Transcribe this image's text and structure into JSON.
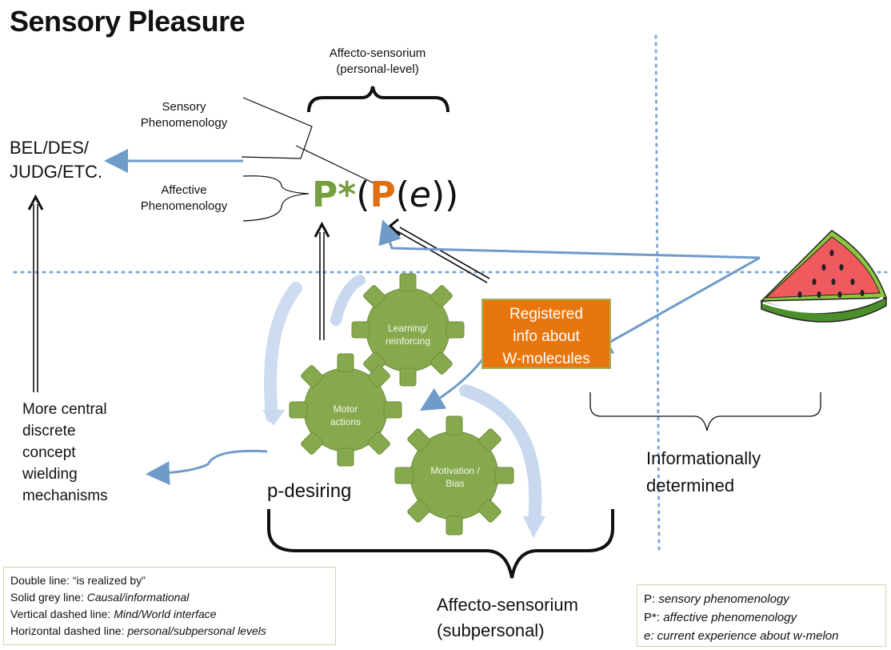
{
  "title": "Sensory Pleasure",
  "labels": {
    "affecto_personal_1": "Affecto-sensorium",
    "affecto_personal_2": "(personal-level)",
    "sensory_phen_1": "Sensory",
    "sensory_phen_2": "Phenomenology",
    "affective_phen_1": "Affective",
    "affective_phen_2": "Phenomenology",
    "bel_1": "BEL/DES/",
    "bel_2": "JUDG/ETC.",
    "central_1": "More central",
    "central_2": "discrete",
    "central_3": "concept",
    "central_4": "wielding",
    "central_5": "mechanisms",
    "p_desiring": "p-desiring",
    "informationally_1": "Informationally",
    "informationally_2": "determined",
    "affecto_sub_1": "Affecto-sensorium",
    "affecto_sub_2": "(subpersonal)"
  },
  "formula": {
    "p_star": "P*",
    "open_paren": "(",
    "p": "P",
    "open_paren_2": "(",
    "e": "e",
    "close_parens": "))"
  },
  "gears": {
    "learning_1": "Learning/",
    "learning_2": "reinforcing",
    "motor_1": "Motor",
    "motor_2": "actions",
    "motivation_1": "Motivation /",
    "motivation_2": "Bias"
  },
  "registered_box": {
    "line1": "Registered",
    "line2": "info about",
    "line3": "W-molecules"
  },
  "legend_left": {
    "row1": "Double line: “is realized by”",
    "row2_label": "Solid grey line: ",
    "row2_value": "Causal/informational",
    "row3_label": "Vertical dashed line: ",
    "row3_value": "Mind/World interface",
    "row4_label": "Horizontal dashed line: ",
    "row4_value": "personal/subpersonal levels"
  },
  "legend_right": {
    "row1_label": "P: ",
    "row1_value": "sensory phenomenology",
    "row2_label": "P*: ",
    "row2_value": "affective phenomenology",
    "row3_label": "e",
    "row3_value": ": current experience about w-melon"
  },
  "colors": {
    "gear": "#86a94e",
    "orange": "#e8760f",
    "blue_line": "#6f9bc8",
    "dotted_line": "#7fa6d6",
    "melon_red": "#ef5a5f",
    "melon_green": "#8cc63f"
  }
}
